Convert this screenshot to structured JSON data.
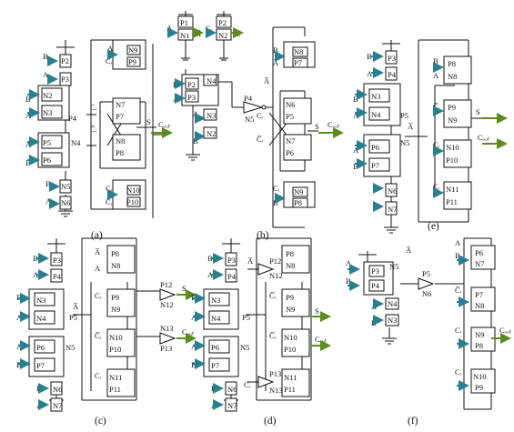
{
  "colors": {
    "wire": "#111111",
    "pin_arrow": "#2a7f8e",
    "out_arrow": "#5e8a1e",
    "background": "#ffffff"
  },
  "signals": {
    "b": "B",
    "a": "A",
    "ci": "Cᵢ",
    "a_bar": "A̅",
    "ci_bar": "C̅ᵢ",
    "s": "S",
    "cout": "Cₒᵤₜ"
  },
  "panels": [
    {
      "caption": "(a)",
      "devices": [
        "P2",
        "P3",
        "N2",
        "N3",
        "P4",
        "P5",
        "N4",
        "P6",
        "N5",
        "N6",
        "N9",
        "P9",
        "N7",
        "P7",
        "N8",
        "P8",
        "N10",
        "P10",
        "P1",
        "N1",
        "P2",
        "N2"
      ]
    },
    {
      "caption": "(b)",
      "devices": [
        "N3",
        "N4",
        "P2",
        "P3",
        "N2",
        "N3",
        "P4",
        "N5",
        "N8",
        "P7",
        "N6",
        "P5",
        "N7",
        "P6",
        "N9",
        "P8"
      ]
    },
    {
      "caption": "(c)",
      "devices": [
        "P3",
        "P4",
        "N3",
        "N4",
        "P5",
        "P6",
        "N5",
        "P7",
        "N6",
        "N7",
        "P8",
        "N8",
        "P9",
        "N9",
        "N10",
        "P10",
        "N11",
        "P11",
        "P12",
        "N12",
        "N13",
        "P13"
      ]
    },
    {
      "caption": "(d)",
      "devices": [
        "P3",
        "P4",
        "N3",
        "N4",
        "P5",
        "P6",
        "N5",
        "P7",
        "N6",
        "N7",
        "P12",
        "N12",
        "P8",
        "N8",
        "P9",
        "N9",
        "N10",
        "P10",
        "N11",
        "P11",
        "P13",
        "N13"
      ]
    },
    {
      "caption": "(e)",
      "devices": [
        "P3",
        "P4",
        "N3",
        "N4",
        "P5",
        "P6",
        "N5",
        "P7",
        "N6",
        "N7",
        "P8",
        "N8",
        "P9",
        "N9",
        "N10",
        "P10",
        "N11",
        "P11"
      ]
    },
    {
      "caption": "(f)",
      "devices": [
        "P3",
        "N5",
        "P4",
        "N4",
        "N3",
        "P5",
        "N6",
        "P6",
        "N7",
        "P7",
        "N8",
        "N9",
        "P8",
        "N10",
        "P9"
      ]
    }
  ]
}
